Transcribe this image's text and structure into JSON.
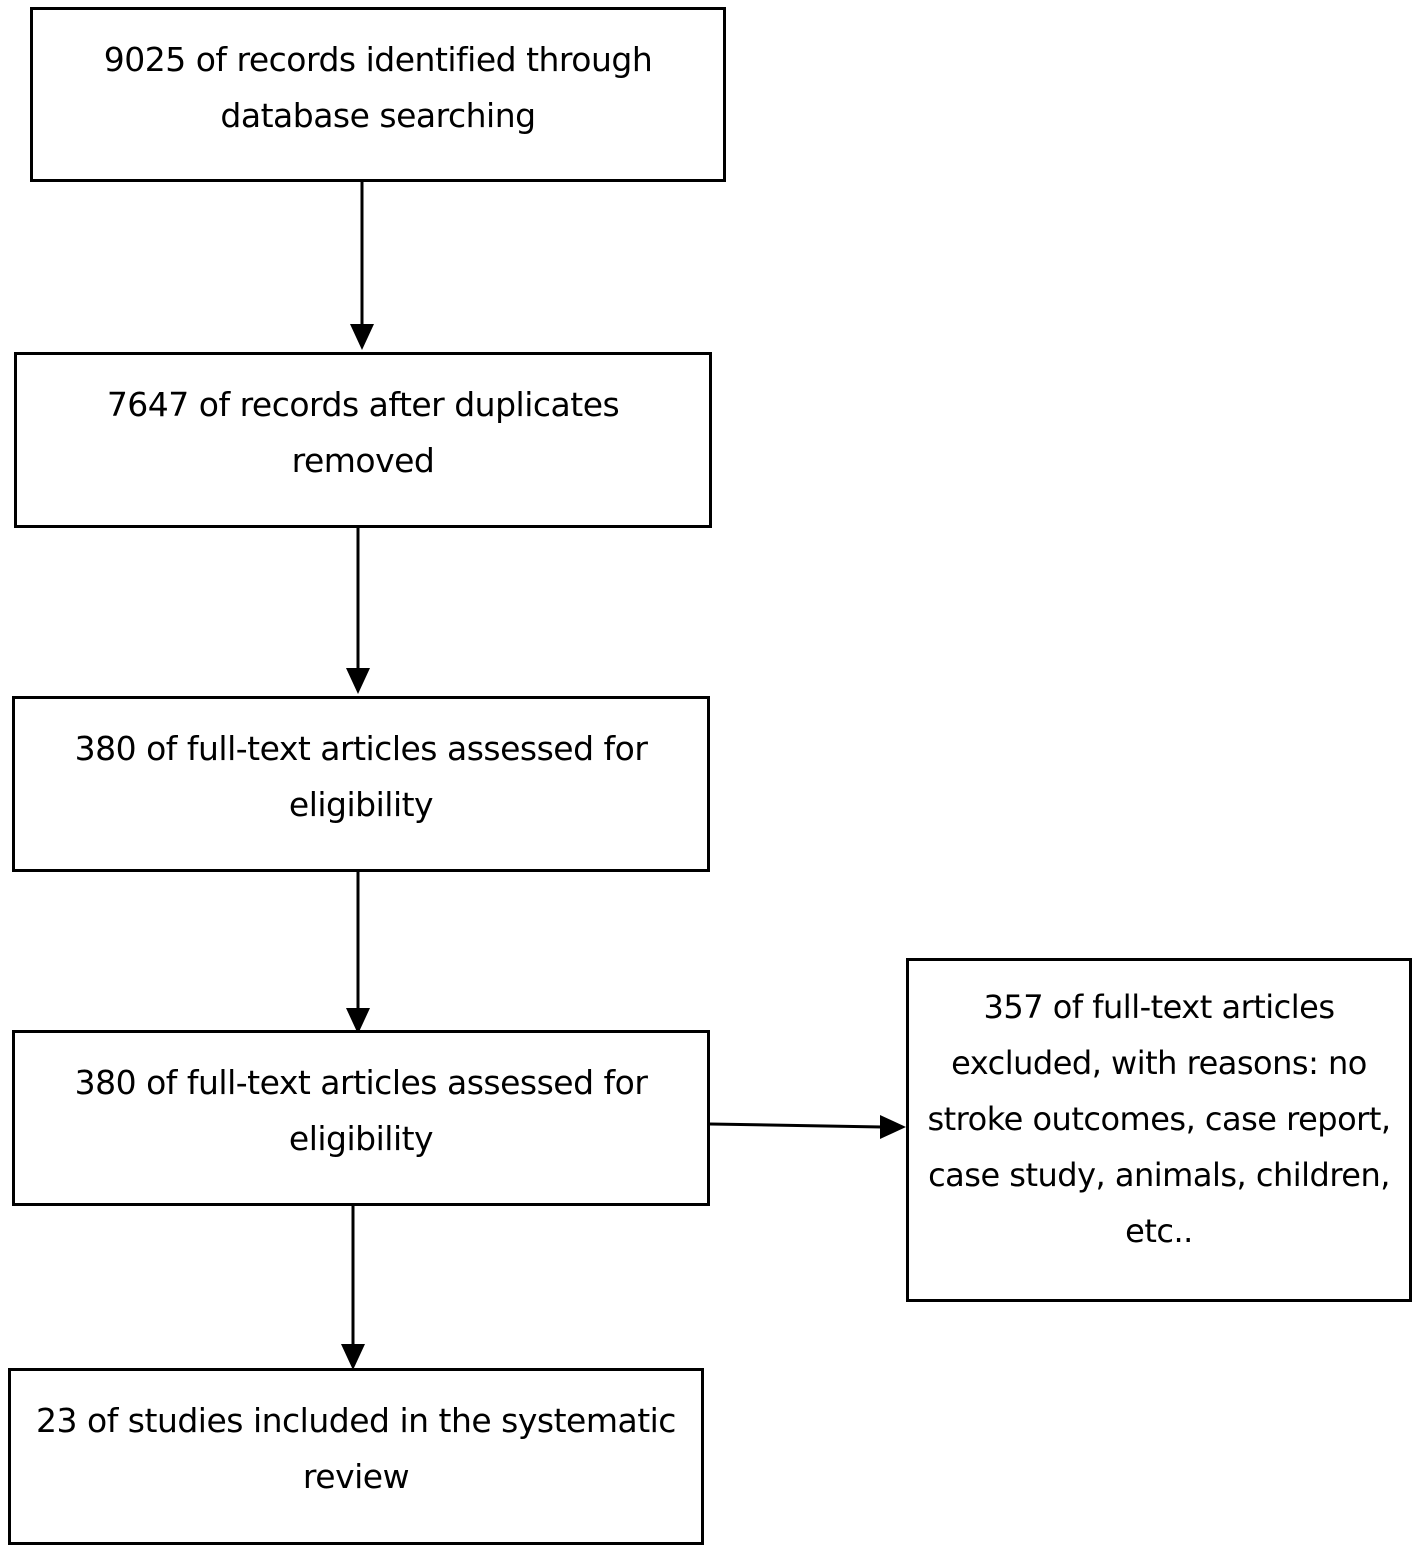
{
  "flowchart": {
    "boxes": [
      {
        "id": "records-identified",
        "text": "9025 of records identified through database searching"
      },
      {
        "id": "after-duplicates",
        "text": "7647 of records after duplicates removed"
      },
      {
        "id": "assessed-1",
        "text": "380 of full-text articles assessed for eligibility"
      },
      {
        "id": "assessed-2",
        "text": "380 of full-text articles assessed for eligibility"
      },
      {
        "id": "excluded",
        "text": "357 of full-text articles excluded, with reasons: no stroke outcomes, case report, case study, animals, children, etc.."
      },
      {
        "id": "included",
        "text": "23 of studies included in the systematic review"
      }
    ],
    "edges": [
      {
        "from": "records-identified",
        "to": "after-duplicates"
      },
      {
        "from": "after-duplicates",
        "to": "assessed-1"
      },
      {
        "from": "assessed-1",
        "to": "assessed-2"
      },
      {
        "from": "assessed-2",
        "to": "excluded"
      },
      {
        "from": "assessed-2",
        "to": "included"
      }
    ],
    "colors": {
      "stroke": "#000000",
      "background": "#ffffff"
    }
  }
}
